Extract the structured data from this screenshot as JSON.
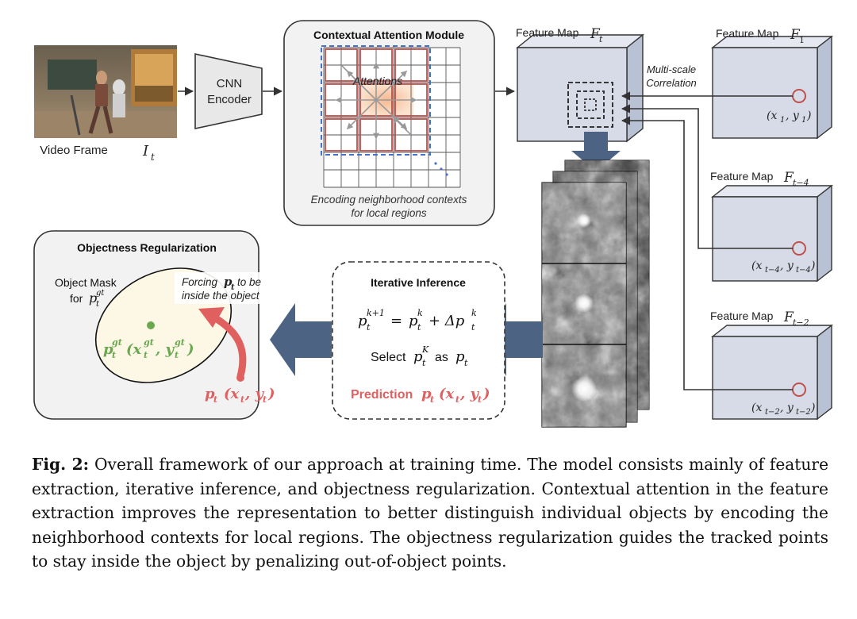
{
  "video_frame": {
    "label": "Video Frame",
    "symbol": "I",
    "subscript": "t"
  },
  "encoder": {
    "line1": "CNN",
    "line2": "Encoder"
  },
  "contextual_attention": {
    "title": "Contextual Attention Module",
    "attentions_label": "Attentions",
    "note_line1": "Encoding neighborhood contexts",
    "note_line2": "for local regions"
  },
  "feature_maps": {
    "current": {
      "label": "Feature Map",
      "symbol": "F",
      "subscript": "t"
    },
    "f1": {
      "label": "Feature Map",
      "symbol": "F",
      "subscript": "1",
      "point": "(x",
      "point_sub1": "1",
      "point_mid": ", y",
      "point_sub2": "1",
      "point_end": ")"
    },
    "f_t4": {
      "label": "Feature Map",
      "symbol": "F",
      "subscript": "t−4",
      "point": "(x",
      "point_sub1": "t−4",
      "point_mid": ", y",
      "point_sub2": "t−4",
      "point_end": ")"
    },
    "f_t2": {
      "label": "Feature Map",
      "symbol": "F",
      "subscript": "t−2",
      "point": "(x",
      "point_sub1": "t−2",
      "point_mid": ", y",
      "point_sub2": "t−2",
      "point_end": ")"
    }
  },
  "correlation": {
    "line1": "Multi-scale",
    "line2": "Correlation"
  },
  "iterative_inference": {
    "title": "Iterative Inference",
    "update_lhs": "p",
    "update_lhs_sup": "k+1",
    "update_lhs_sub": "t",
    "update_eq": "=",
    "update_rhs1": "p",
    "update_rhs1_sup": "k",
    "update_rhs1_sub": "t",
    "update_plus": "+ Δp",
    "update_rhs2_sup": "k",
    "update_rhs2_sub": "t",
    "select_prefix": "Select",
    "select_p": "p",
    "select_sup": "K",
    "select_sub": "t",
    "select_as": "as",
    "select_pt": "p",
    "select_pt_sub": "t",
    "prediction_label": "Prediction",
    "prediction_p": "p",
    "prediction_sub": "t",
    "prediction_coords": "(x",
    "prediction_x_sub": "t",
    "prediction_mid": ", y",
    "prediction_y_sub": "t",
    "prediction_end": ")"
  },
  "objectness": {
    "title": "Objectness Regularization",
    "mask_line1": "Object Mask",
    "mask_line2_prefix": "for",
    "mask_p": "p",
    "mask_sup": "gt",
    "mask_sub": "t",
    "forcing_prefix": "Forcing",
    "forcing_p": "p",
    "forcing_sub": "t",
    "forcing_suffix": "to be",
    "forcing_line2": "inside the object",
    "gt_p": "p",
    "gt_sup": "gt",
    "gt_sub": "t",
    "gt_open": "(x",
    "gt_x_sup": "gt",
    "gt_x_sub": "t",
    "gt_mid": ", y",
    "gt_y_sup": "gt",
    "gt_y_sub": "t",
    "gt_close": ")",
    "pred_p": "p",
    "pred_sub": "t",
    "pred_open": "(x",
    "pred_x_sub": "t",
    "pred_mid": ", y",
    "pred_y_sub": "t",
    "pred_close": ")"
  },
  "colors": {
    "feature_box": "#d6dbe7",
    "arrow_blue": "#4d6384",
    "attention_red": "#c0504d",
    "dash_blue": "#4472c4",
    "gt_green": "#6aa84f",
    "pred_red": "#e06060",
    "panel_fill": "#f2f2f2",
    "mask_fill": "#fdf7e6"
  },
  "caption": {
    "label": "Fig. 2:",
    "text": "Overall framework of our approach at training time. The model consists mainly of feature extraction, iterative inference, and objectness regularization. Contextual attention in the feature extraction improves the representation to better distinguish individual objects by encoding the neighborhood contexts for local regions. The objectness regularization guides the tracked points to stay inside the object by penalizing out-of-object points."
  }
}
